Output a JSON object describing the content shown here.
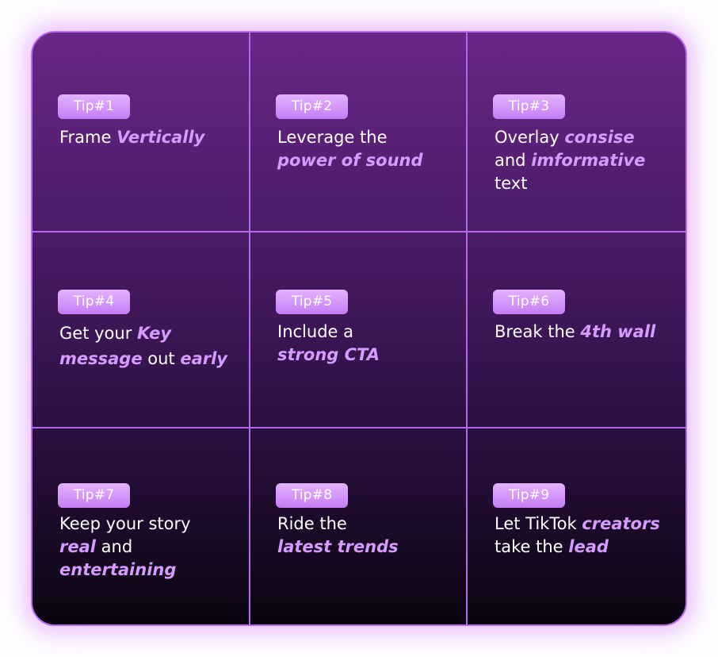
{
  "highlight_color": "#d59bff",
  "badge_color": "#c57cf5",
  "border_color": "#b468ec",
  "tips": [
    {
      "badge": "Tip#1",
      "segments": [
        {
          "text": "Frame ",
          "highlight": false
        },
        {
          "text": "Vertically",
          "highlight": true
        }
      ]
    },
    {
      "badge": "Tip#2",
      "segments": [
        {
          "text": "Leverage the ",
          "highlight": false
        },
        {
          "text": "power of sound",
          "highlight": true
        }
      ]
    },
    {
      "badge": "Tip#3",
      "segments": [
        {
          "text": "Overlay ",
          "highlight": false
        },
        {
          "text": "consise",
          "highlight": true
        },
        {
          "text": " and ",
          "highlight": false
        },
        {
          "text": "imformative",
          "highlight": true
        },
        {
          "text": " text",
          "highlight": false
        }
      ]
    },
    {
      "badge": "Tip#4",
      "segments": [
        {
          "text": "Get your ",
          "highlight": false
        },
        {
          "text": "Key message",
          "highlight": true
        },
        {
          "text": " out ",
          "highlight": false
        },
        {
          "text": "early",
          "highlight": true
        }
      ]
    },
    {
      "badge": "Tip#5",
      "segments": [
        {
          "text": "Include a ",
          "highlight": false
        },
        {
          "text": "strong CTA",
          "highlight": true
        }
      ]
    },
    {
      "badge": "Tip#6",
      "segments": [
        {
          "text": "Break the ",
          "highlight": false
        },
        {
          "text": "4th wall",
          "highlight": true
        }
      ]
    },
    {
      "badge": "Tip#7",
      "segments": [
        {
          "text": "Keep your story ",
          "highlight": false
        },
        {
          "text": "real",
          "highlight": true
        },
        {
          "text": " and ",
          "highlight": false
        },
        {
          "text": "entertaining",
          "highlight": true
        }
      ]
    },
    {
      "badge": "Tip#8",
      "segments": [
        {
          "text": "Ride the ",
          "highlight": false
        },
        {
          "text": "latest trends",
          "highlight": true
        }
      ]
    },
    {
      "badge": "Tip#9",
      "segments": [
        {
          "text": "Let TikTok ",
          "highlight": false
        },
        {
          "text": "creators",
          "highlight": true
        },
        {
          "text": " take the ",
          "highlight": false
        },
        {
          "text": "lead",
          "highlight": true
        }
      ]
    }
  ]
}
